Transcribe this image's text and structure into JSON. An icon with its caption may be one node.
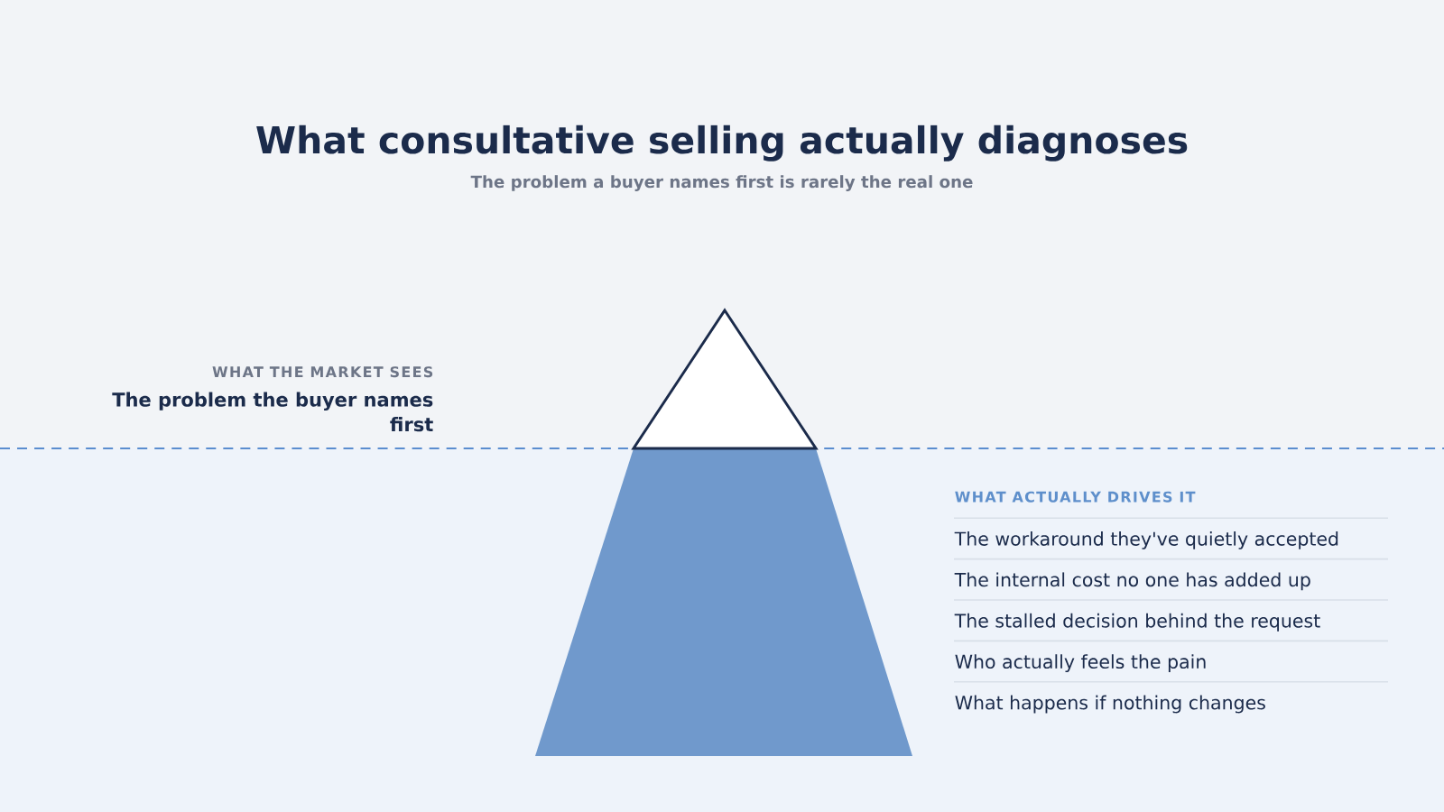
{
  "diagram": {
    "title": "What consultative selling actually diagnoses",
    "labels": [
      "The problem a buyer names first is rarely the real one",
      "WHAT THE MARKET SEES",
      "The problem the buyer names first",
      "WHAT ACTUALLY DRIVES IT",
      "The workaround they've quietly accepted",
      "The internal cost no one has added up",
      "The stalled decision behind the request",
      "Who actually feels the pain",
      "What happens if nothing changes"
    ]
  }
}
